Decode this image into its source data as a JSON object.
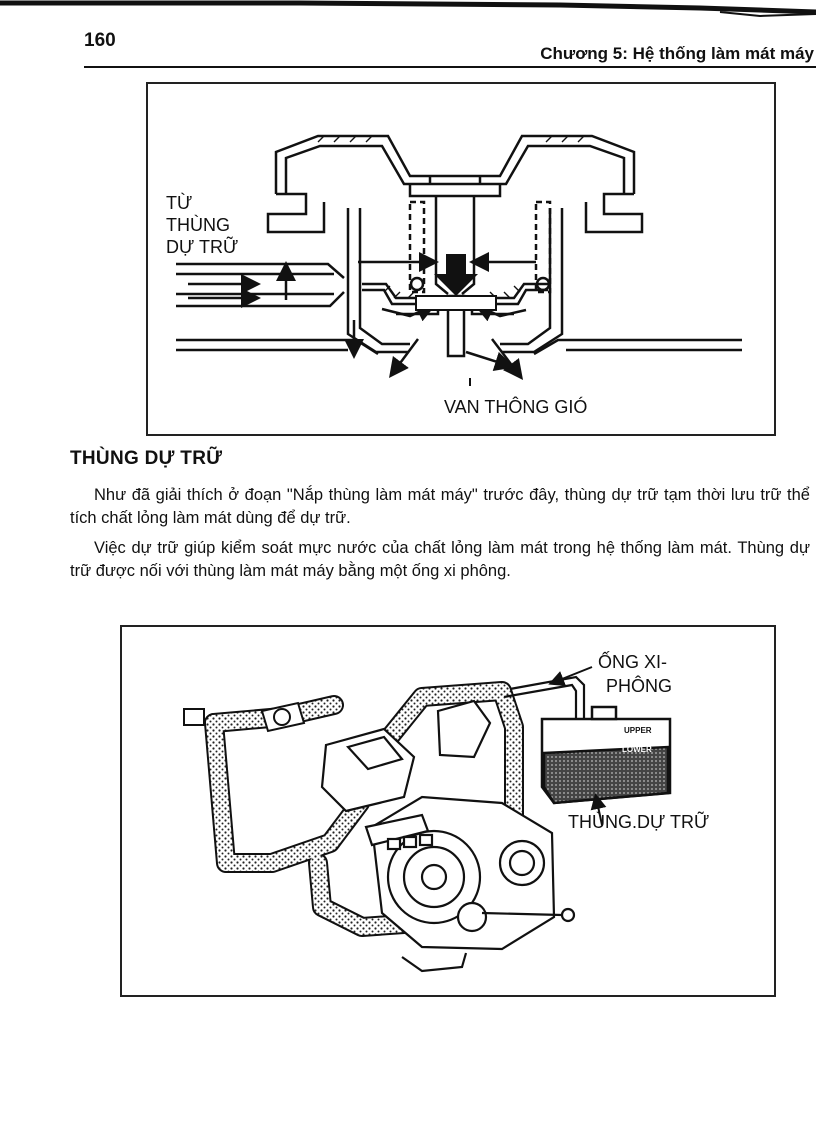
{
  "header": {
    "page_number": "160",
    "chapter_title": "Chương 5: Hệ thống làm mát máy"
  },
  "figure1": {
    "label_source_line1": "TỪ",
    "label_source_line2": "THÙNG",
    "label_source_line3": "DỰ TRỮ",
    "label_valve": "VAN THÔNG GIÓ"
  },
  "section": {
    "heading": "THÙNG DỰ TRỮ",
    "paragraphs": [
      "Như đã giải thích ở đoạn \"Nắp thùng làm mát máy\" trước đây, thùng dự trữ tạm thời lưu trữ thể tích chất lỏng làm mát dùng để dự trữ.",
      "Việc dự trữ giúp kiểm soát mực nước của chất lỏng làm mát trong hệ thống làm mát. Thùng dự trữ được nối với thùng làm mát máy bằng một ống xi phông."
    ]
  },
  "figure2": {
    "label_siphon_line1": "ỐNG XI-",
    "label_siphon_line2": "PHÔNG",
    "label_reservoir": "THÙNG.DỰ TRỮ",
    "tank_upper": "UPPER",
    "tank_lower": "LOWER"
  }
}
